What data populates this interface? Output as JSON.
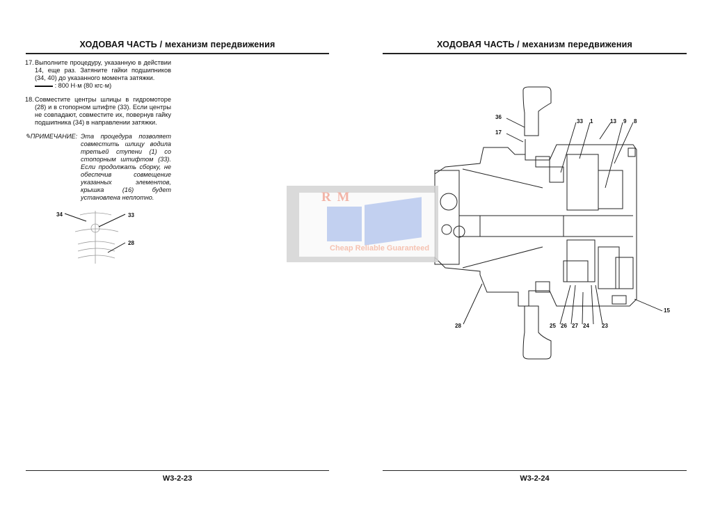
{
  "left_page": {
    "header": "ХОДОВАЯ ЧАСТЬ / механизм передвижения",
    "steps": [
      {
        "number": "17.",
        "text": "Выполните процедуру, указанную в действии 14, еще раз. Затяните гайки подшипников (34, 40) до указанного момента затяжки.",
        "torque": ": 800 Н·м (80 кгс·м)"
      },
      {
        "number": "18.",
        "text": "Совместите центры шлицы в гидромоторе (28) и в стопорном штифте (33). Если центры не совпадают, совместите их, повернув гайку подшипника (34) в направлении затяжки."
      }
    ],
    "note": {
      "label": "ПРИМЕЧАНИЕ:",
      "text": "Эта процедура позволяет совместить шлицу водила третьей ступени (1) со стопорным штифтом (33). Если продолжать сборку, не обеспечив совмещение указанных элементов, крышка (16) будет установлена неплотно."
    },
    "figure_labels": [
      "34",
      "33",
      "28"
    ],
    "footer": "W3-2-23"
  },
  "right_page": {
    "header": "ХОДОВАЯ ЧАСТЬ / механизм передвижения",
    "figure_labels": [
      "36",
      "17",
      "33",
      "1",
      "13",
      "9",
      "8",
      "15",
      "28",
      "25",
      "26",
      "27",
      "24",
      "23"
    ],
    "footer": "W3-2-24"
  },
  "watermark": {
    "brand": "R M",
    "slogan": "Cheap Reliable Guaranteed"
  }
}
